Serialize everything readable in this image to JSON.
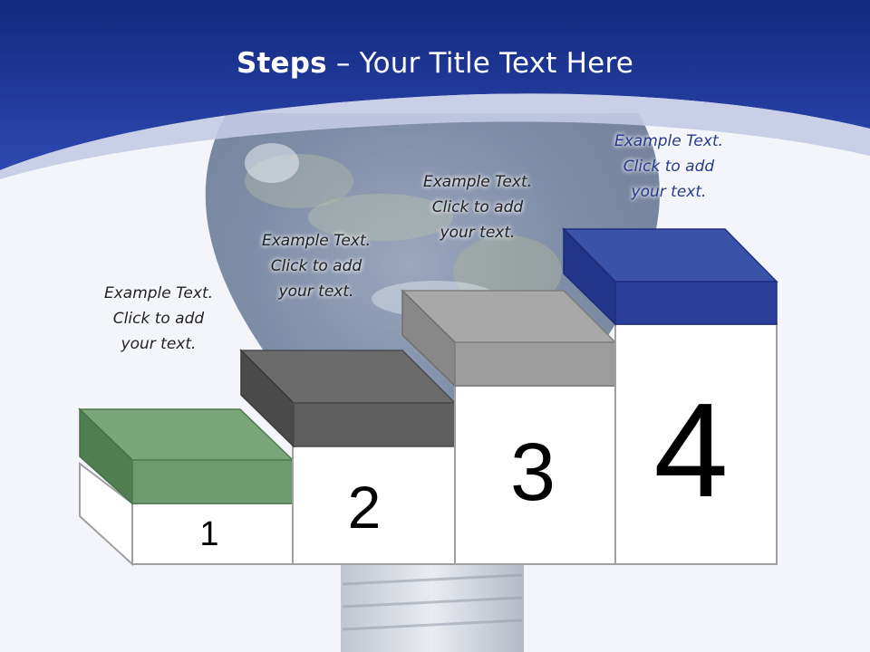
{
  "title": {
    "bold": "Steps",
    "rest": " – Your Title Text Here"
  },
  "steps": [
    {
      "number": "1",
      "line1": "Example Text.",
      "line2": "Click  to add",
      "line3": "your text.",
      "color": "#5a8a5a"
    },
    {
      "number": "2",
      "line1": "Example Text.",
      "line2": "Click  to add",
      "line3": "your text.",
      "color": "#5e5e5e"
    },
    {
      "number": "3",
      "line1": "Example Text.",
      "line2": "Click  to add",
      "line3": "your text.",
      "color": "#9a9a9a"
    },
    {
      "number": "4",
      "line1": "Example Text.",
      "line2": "Click  to add",
      "line3": "your text.",
      "color": "#2a3e9a"
    }
  ],
  "colors": {
    "header": "#2a44a6",
    "band": "#c3cbe4",
    "background": "#f3f5fa"
  },
  "background_image": "earth-lightbulb"
}
